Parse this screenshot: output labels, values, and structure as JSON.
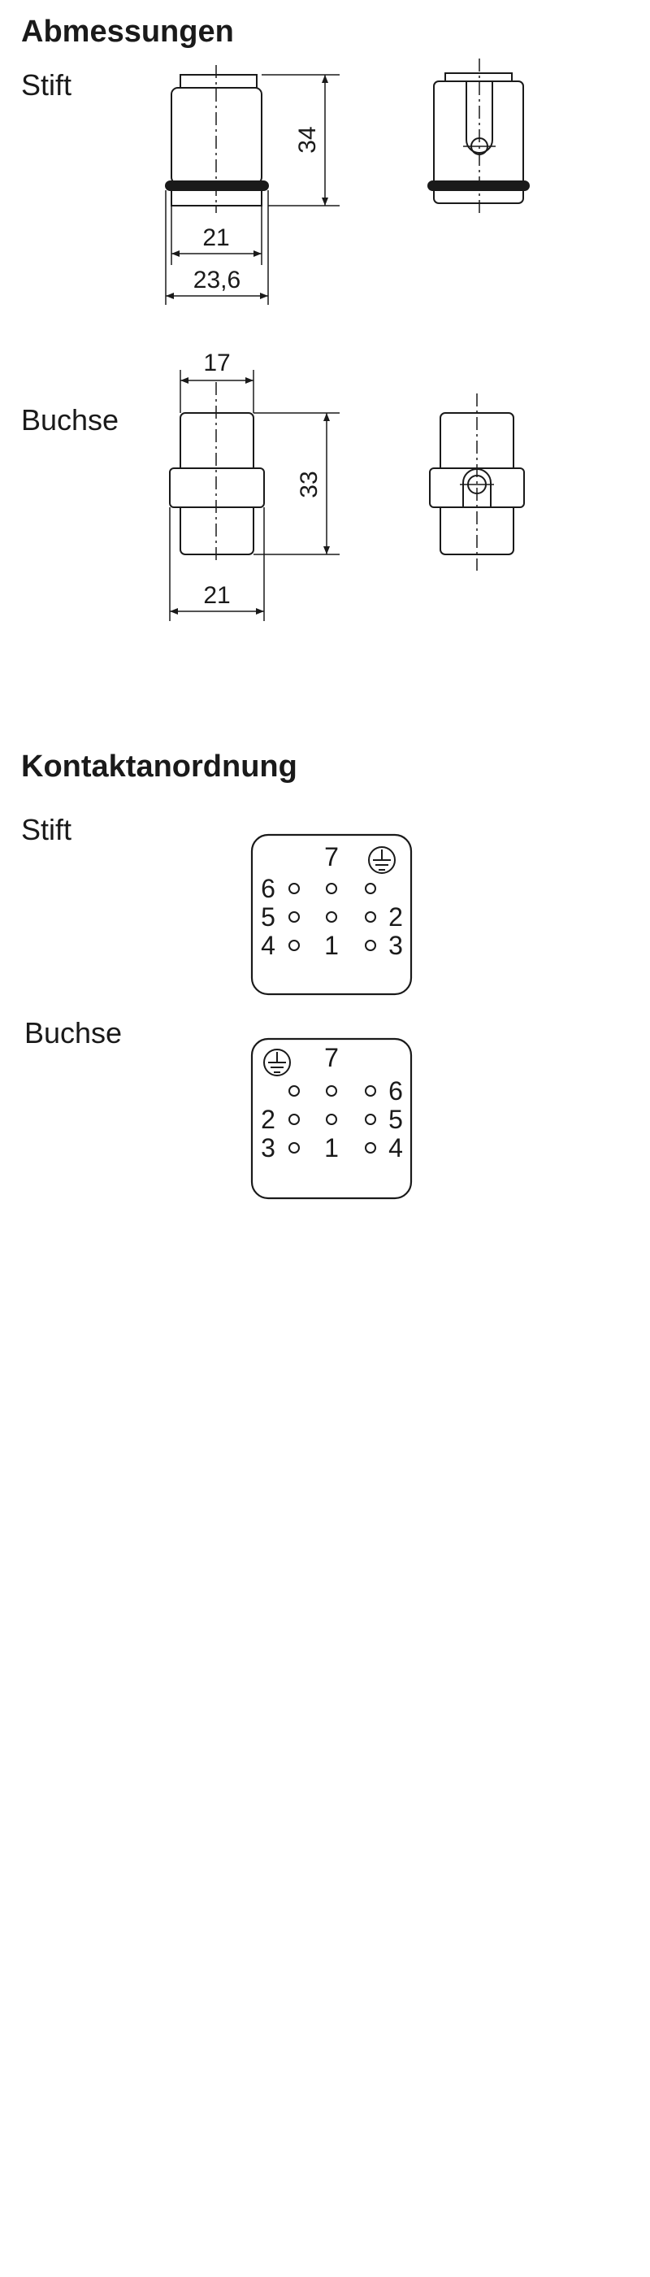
{
  "sections": {
    "dimensions": "Abmessungen",
    "contacts": "Kontaktanordnung"
  },
  "labels": {
    "pin": "Stift",
    "socket": "Buchse"
  },
  "stift_dims": {
    "height": "34",
    "inner_width": "21",
    "outer_width": "23,6"
  },
  "buchse_dims": {
    "top_width": "17",
    "height": "33",
    "bottom_width": "21"
  },
  "stift_contacts": {
    "n7": "7",
    "n6": "6",
    "n5": "5",
    "n4": "4",
    "n1": "1",
    "n2": "2",
    "n3": "3"
  },
  "buchse_contacts": {
    "n7": "7",
    "n6": "6",
    "n5": "5",
    "n4": "4",
    "n1": "1",
    "n2": "2",
    "n3": "3"
  },
  "icons": {
    "earth": "protective-earth-icon"
  }
}
